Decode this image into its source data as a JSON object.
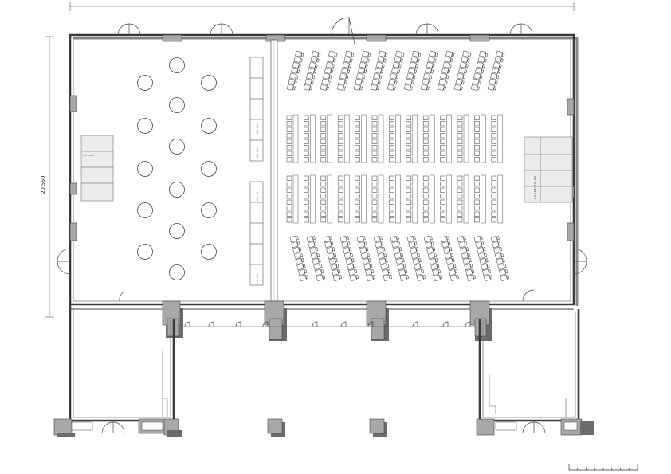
{
  "plan": {
    "dimension_vertical": "20.550",
    "stage_labels": [
      "60 / 8.0",
      "60 / 8.0",
      "0.0 / 54",
      "0.0 / 54"
    ],
    "screen_labels": [
      "0 0 8 8 8",
      "0 0 8 8 8 / 2 0 . 8 0"
    ],
    "scale_bar": {
      "divisions": 8
    }
  }
}
